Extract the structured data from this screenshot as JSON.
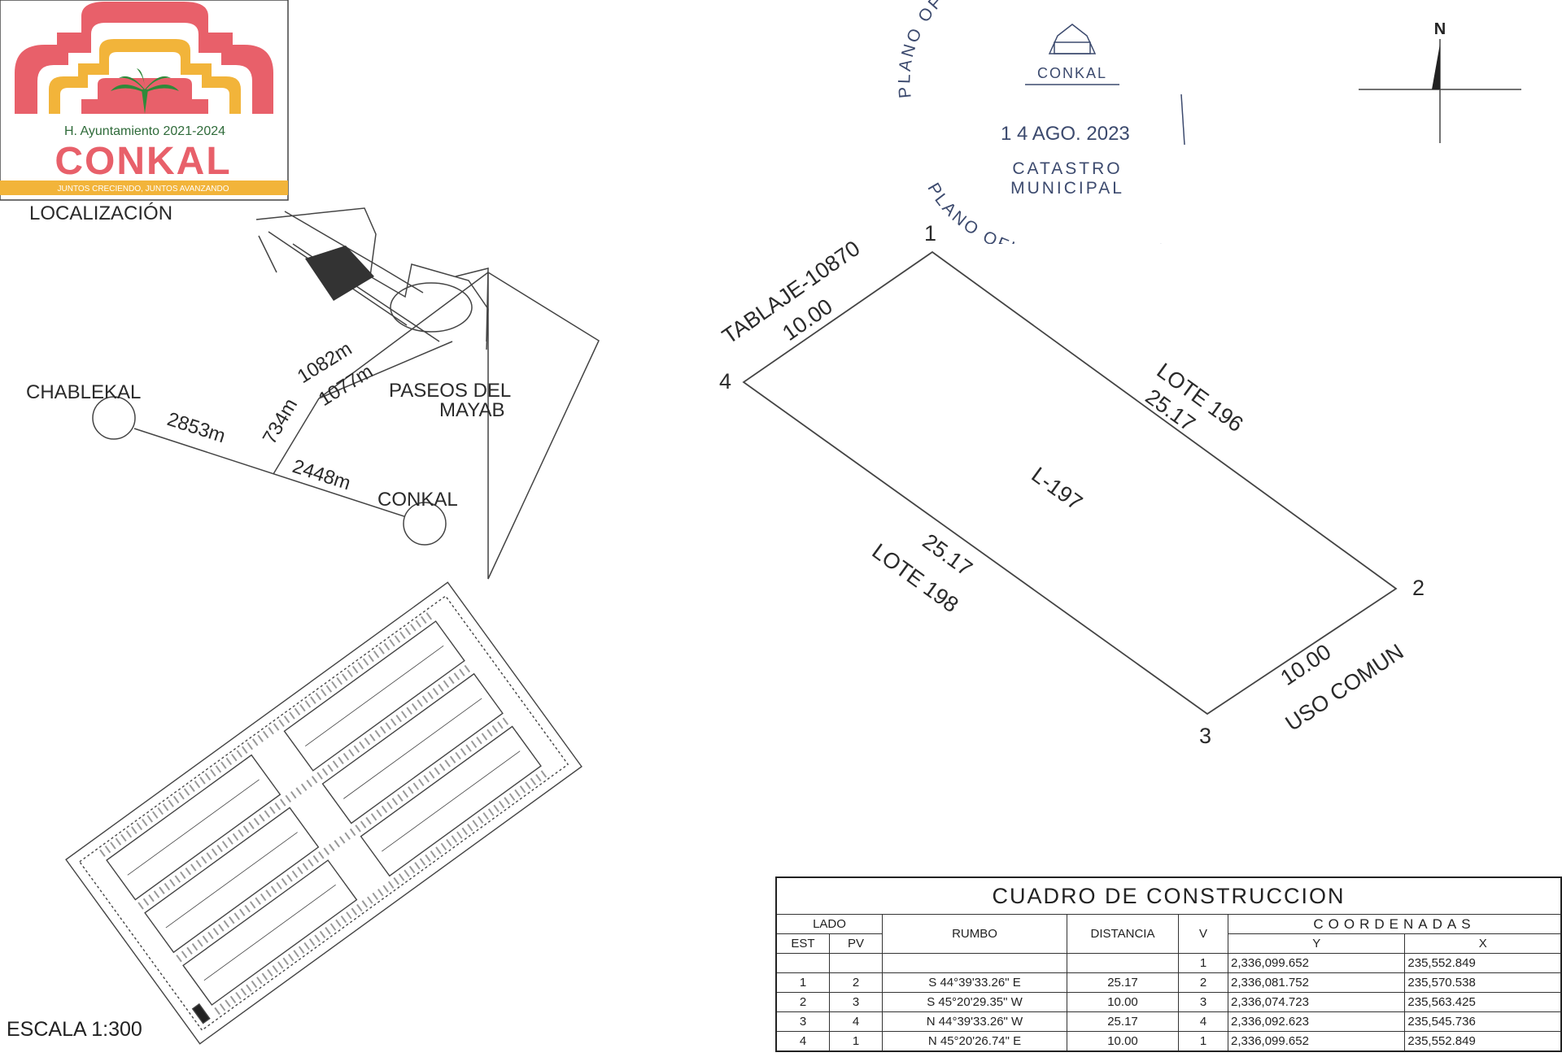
{
  "logo": {
    "council": "H. Ayuntamiento 2021-2024",
    "name": "CONKAL",
    "slogan": "JUNTOS CRECIENDO, JUNTOS AVANZANDO"
  },
  "location": {
    "title": "LOCALIZACIÓN",
    "places": {
      "chablekal": "CHABLEKAL",
      "conkal": "CONKAL",
      "paseos_line1": "PASEOS DEL",
      "paseos_line2": "MAYAB"
    },
    "distances": {
      "d1": "1082m",
      "d2": "1077m",
      "d3": "734m",
      "d4": "2853m",
      "d5": "2448m"
    }
  },
  "stamp": {
    "top": "PLANO OFICIAL VALIDADO",
    "emblem": "CONKAL",
    "date": "1 4 AGO. 2023",
    "line1": "CATASTRO",
    "line2": "MUNICIPAL",
    "bottom": "PLANO OFICIAL VALIDADO"
  },
  "north": "N",
  "plot": {
    "vertices": [
      "1",
      "2",
      "3",
      "4"
    ],
    "name": "L-197",
    "side_top_label": "TABLAJE-10870",
    "side_top_len": "10.00",
    "side_right_label": "LOTE 196",
    "side_right_len": "25.17",
    "side_left_label": "LOTE 198",
    "side_left_len": "25.17",
    "side_bottom_label": "USO COMUN",
    "side_bottom_len": "10.00"
  },
  "scale": "ESCALA 1:300",
  "table": {
    "title": "CUADRO DE CONSTRUCCION",
    "h_lado": "LADO",
    "h_est": "EST",
    "h_pv": "PV",
    "h_rumbo": "RUMBO",
    "h_dist": "DISTANCIA",
    "h_v": "V",
    "h_coord": "COORDENADAS",
    "h_y": "Y",
    "h_x": "X",
    "rows": [
      {
        "est": "",
        "pv": "",
        "rumbo": "",
        "dist": "",
        "v": "1",
        "y": "2,336,099.652",
        "x": "235,552.849"
      },
      {
        "est": "1",
        "pv": "2",
        "rumbo": "S 44°39'33.26\" E",
        "dist": "25.17",
        "v": "2",
        "y": "2,336,081.752",
        "x": "235,570.538"
      },
      {
        "est": "2",
        "pv": "3",
        "rumbo": "S 45°20'29.35\" W",
        "dist": "10.00",
        "v": "3",
        "y": "2,336,074.723",
        "x": "235,563.425"
      },
      {
        "est": "3",
        "pv": "4",
        "rumbo": "N 44°39'33.26\" W",
        "dist": "25.17",
        "v": "4",
        "y": "2,336,092.623",
        "x": "235,545.736"
      },
      {
        "est": "4",
        "pv": "1",
        "rumbo": "N 45°20'26.74\" E",
        "dist": "10.00",
        "v": "1",
        "y": "2,336,099.652",
        "x": "235,552.849"
      }
    ]
  }
}
